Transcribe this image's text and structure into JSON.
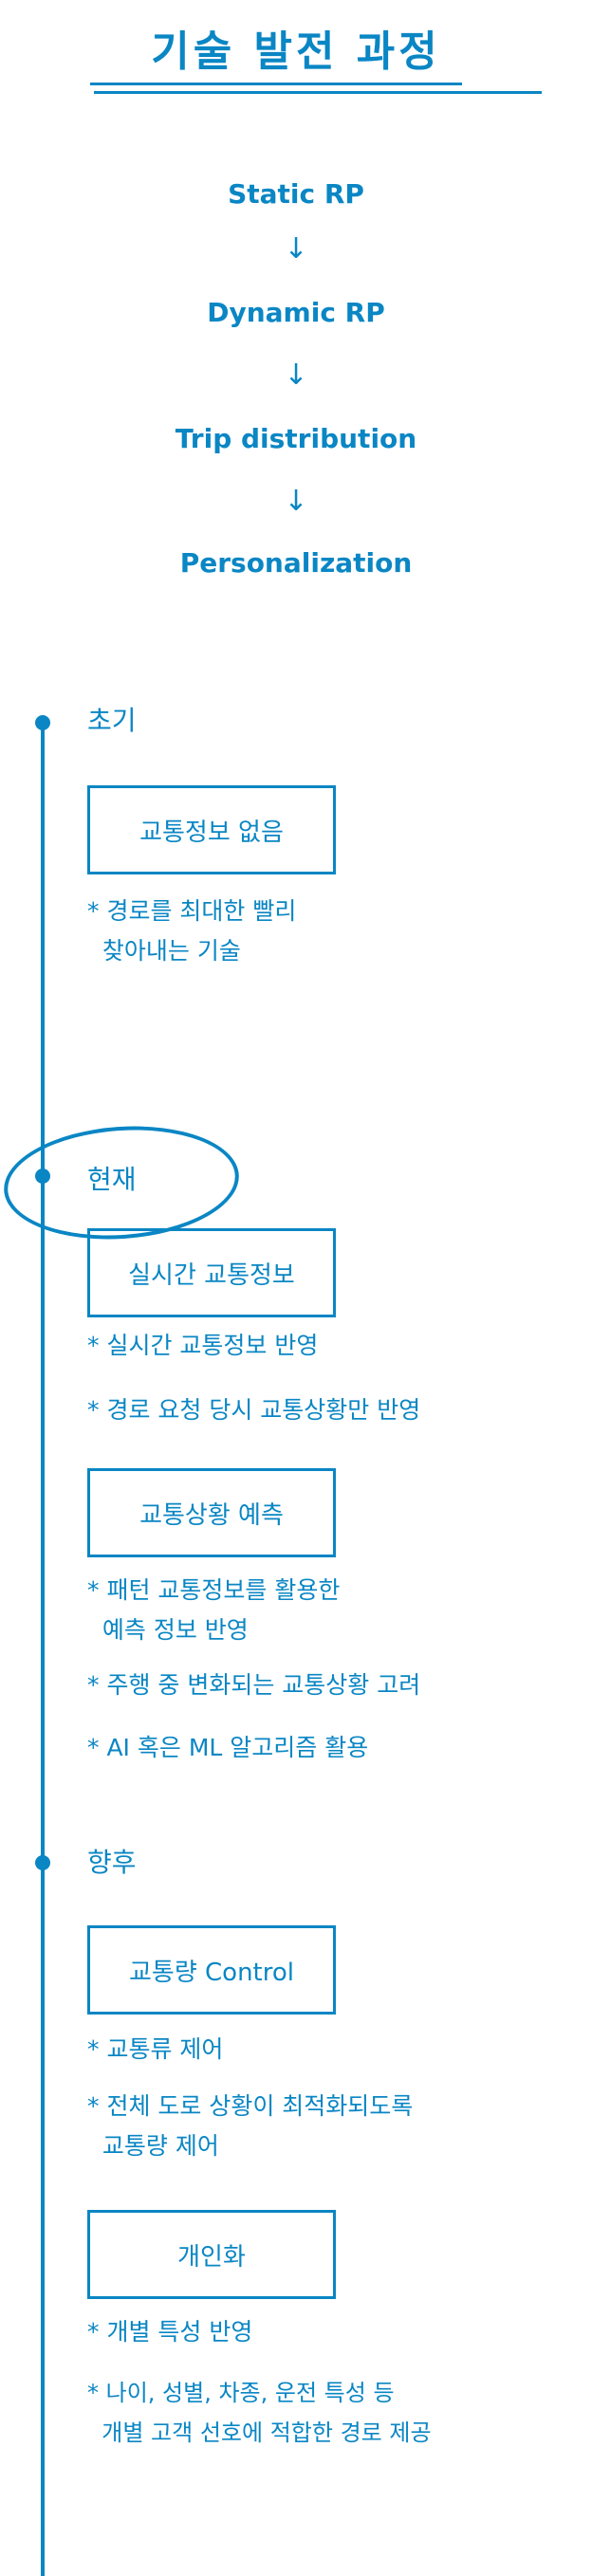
{
  "title": "기술 발전 과정",
  "flow": [
    "Static RP",
    "Dynamic RP",
    "Trip distribution",
    "Personalization"
  ],
  "arrow": "↓",
  "stages": [
    {
      "label": "초기",
      "boxes": [
        {
          "title": "교통정보 없음",
          "bullets": [
            "* 경로를 최대한 빨리\n  찾아내는 기술"
          ]
        }
      ]
    },
    {
      "label": "현재",
      "boxes": [
        {
          "title": "실시간 교통정보",
          "bullets": [
            "* 실시간 교통정보 반영",
            "* 경로 요청 당시 교통상황만 반영"
          ]
        },
        {
          "title": "교통상황 예측",
          "bullets": [
            "* 패턴 교통정보를 활용한\n  예측 정보 반영",
            "* 주행 중 변화되는 교통상황 고려",
            "* AI 혹은 ML 알고리즘 활용"
          ]
        }
      ]
    },
    {
      "label": "향후",
      "boxes": [
        {
          "title": "교통량 Control",
          "bullets": [
            "* 교통류 제어",
            "* 전체 도로 상황이 최적화되도록\n  교통량 제어"
          ]
        },
        {
          "title": "개인화",
          "bullets": [
            "* 개별 특성 반영",
            "* 나이, 성별, 차종, 운전 특성 등\n  개별 고객 선호에 적합한 경로 제공"
          ]
        }
      ]
    }
  ],
  "colors": {
    "ink": "#0a86c4"
  }
}
